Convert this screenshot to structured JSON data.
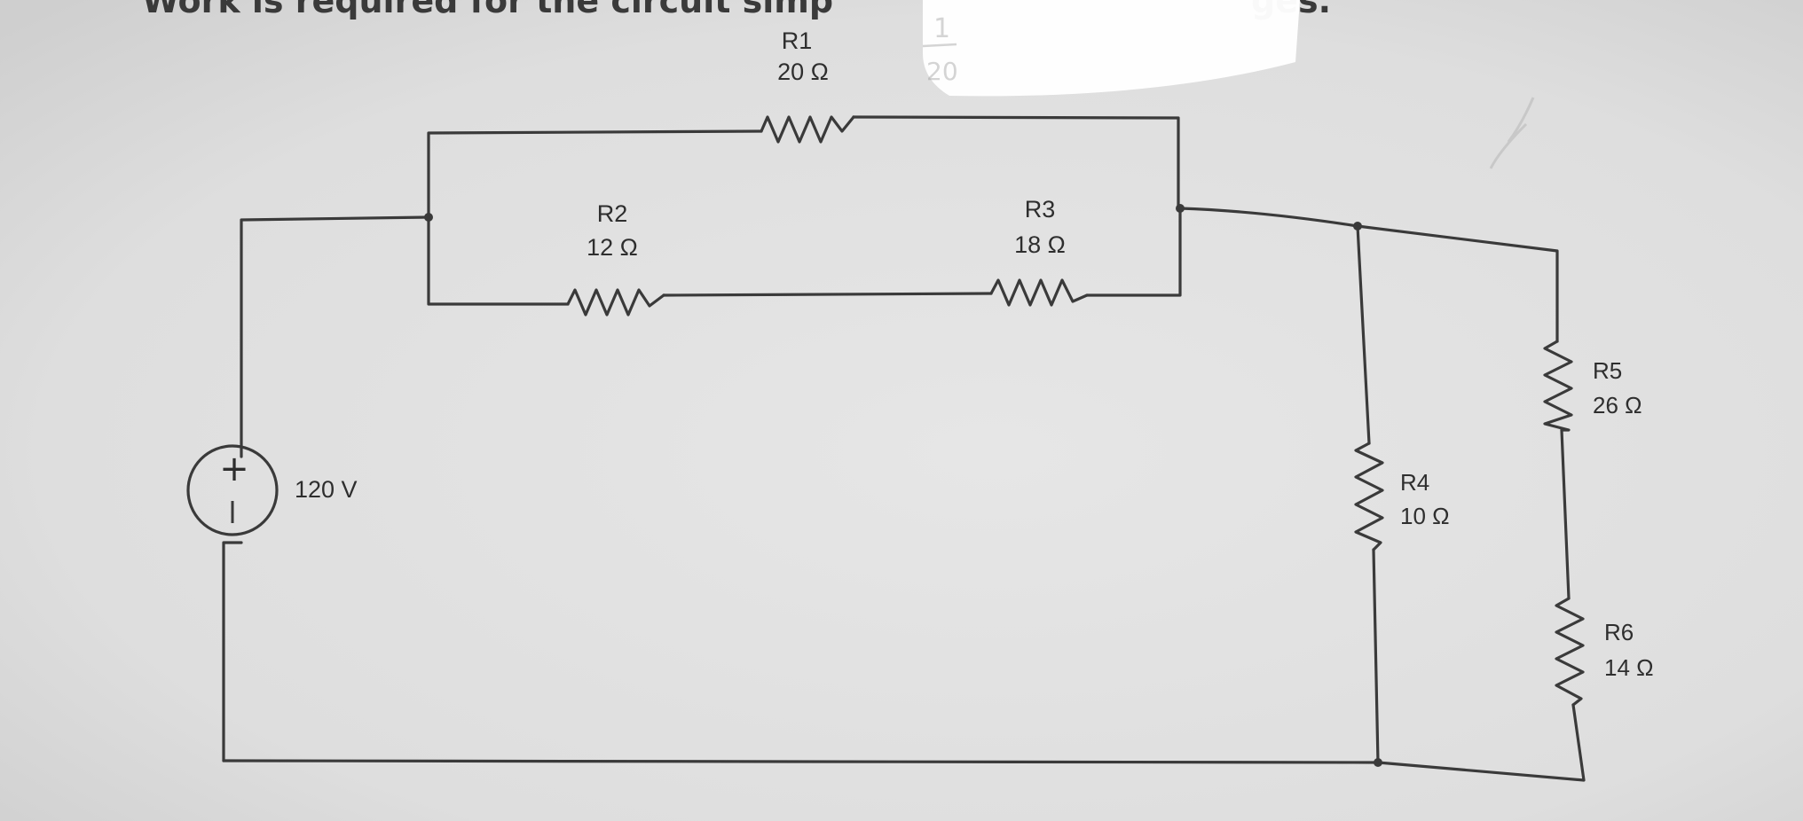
{
  "header": {
    "left_text": "Work is required for the circuit simp",
    "right_text": "ges."
  },
  "margin_note": {
    "numerator": "1",
    "denominator": "20"
  },
  "source": {
    "label": "120 V",
    "plus": "+",
    "minus": "−"
  },
  "resistors": {
    "r1": {
      "name": "R1",
      "value": "20 Ω"
    },
    "r2": {
      "name": "R2",
      "value": "12 Ω"
    },
    "r3": {
      "name": "R3",
      "value": "18 Ω"
    },
    "r4": {
      "name": "R4",
      "value": "10 Ω"
    },
    "r5": {
      "name": "R5",
      "value": "26 Ω"
    },
    "r6": {
      "name": "R6",
      "value": "14 Ω"
    }
  },
  "colors": {
    "paper": "#e2e2e2",
    "ink": "#3a3a3a",
    "glare": "#ffffff"
  }
}
